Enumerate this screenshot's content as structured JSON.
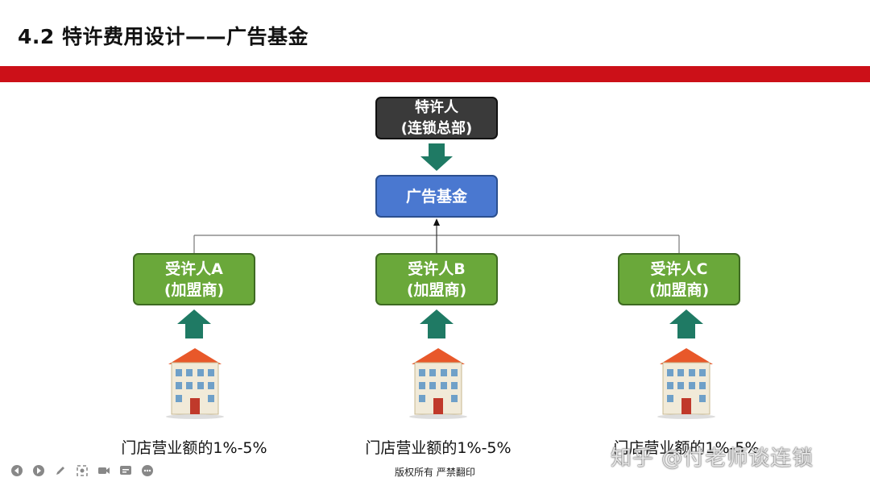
{
  "title": "4.2  特许费用设计——广告基金",
  "colors": {
    "red_bar": "#cc1018",
    "dark_box": "#3a3a3a",
    "blue_box": "#4a78d0",
    "green_box": "#6aa83a",
    "arrow_teal": "#1f7a64"
  },
  "diagram": {
    "franchisor": {
      "line1": "特许人",
      "line2": "(连锁总部)"
    },
    "fund": {
      "label": "广告基金"
    },
    "franchisees": [
      {
        "line1": "受许人A",
        "line2": "(加盟商)"
      },
      {
        "line1": "受许人B",
        "line2": "(加盟商)"
      },
      {
        "line1": "受许人C",
        "line2": "(加盟商)"
      }
    ],
    "fee_labels": [
      "门店营业额的1%-5%",
      "门店营业额的1%-5%",
      "门店营业额的1%-5%"
    ]
  },
  "footer": {
    "copyright": "版权所有  严禁翻印"
  },
  "watermark": "知乎 @付老师谈连锁",
  "toolbar_icons": [
    "prev-icon",
    "next-icon",
    "pen-icon",
    "focus-icon",
    "camera-icon",
    "subtitle-icon",
    "more-icon"
  ]
}
